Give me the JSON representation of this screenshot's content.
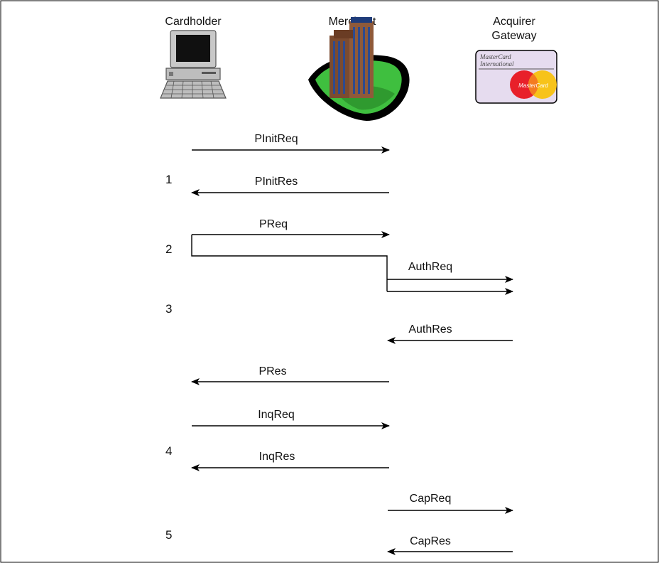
{
  "participants": {
    "cardholder": "Cardholder",
    "merchant": "Merchant",
    "acquirer_line1": "Acquirer",
    "acquirer_line2": "Gateway"
  },
  "card": {
    "brand_line1": "MasterCard",
    "brand_line2": "International",
    "logo_text": "MasterCard"
  },
  "icons": {
    "cardholder": "desktop-computer-icon",
    "merchant": "office-building-icon",
    "acquirer": "mastercard-card-icon"
  },
  "steps": [
    "1",
    "2",
    "3",
    "4",
    "5"
  ],
  "messages": [
    {
      "label": "PInitReq",
      "from": "cardholder",
      "to": "merchant"
    },
    {
      "label": "PInitRes",
      "from": "merchant",
      "to": "cardholder"
    },
    {
      "label": "PReq",
      "from": "cardholder",
      "to": "merchant"
    },
    {
      "label": "AuthReq",
      "from": "merchant",
      "to": "acquirer"
    },
    {
      "label": "AuthRes",
      "from": "acquirer",
      "to": "merchant"
    },
    {
      "label": "PRes",
      "from": "merchant",
      "to": "cardholder"
    },
    {
      "label": "InqReq",
      "from": "cardholder",
      "to": "merchant"
    },
    {
      "label": "InqRes",
      "from": "merchant",
      "to": "cardholder"
    },
    {
      "label": "CapReq",
      "from": "merchant",
      "to": "acquirer"
    },
    {
      "label": "CapRes",
      "from": "acquirer",
      "to": "merchant"
    }
  ],
  "colors": {
    "border": "#000000",
    "arrow": "#000000",
    "card_bg": "#e6dcef",
    "mastercard_red": "#e8202a",
    "mastercard_yellow": "#f7c31a",
    "lawn_green": "#3fbf3f",
    "building": "#8a5a3c",
    "monitor_gray": "#c8c8c8"
  }
}
